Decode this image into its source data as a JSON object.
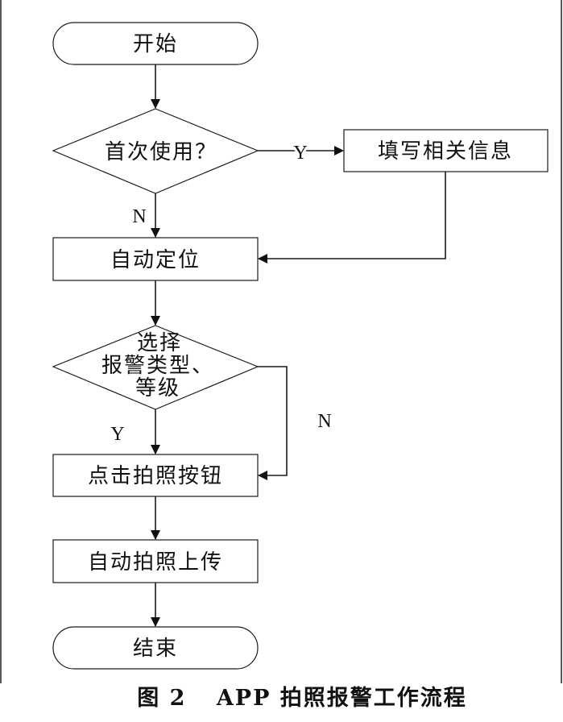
{
  "nodes": {
    "start": "开始",
    "first_use": "首次使用？",
    "fill_info": "填写相关信息",
    "auto_locate": "自动定位",
    "select_line1": "选择",
    "select_line2": "报警类型、",
    "select_line3": "等级",
    "click_photo": "点击拍照按钮",
    "auto_upload": "自动拍照上传",
    "end": "结束"
  },
  "edges": {
    "first_use_yes": "Y",
    "first_use_no": "N",
    "select_yes": "Y",
    "select_no": "N"
  },
  "caption": {
    "figure_label": "图 2",
    "title": "APP 拍照报警工作流程"
  }
}
